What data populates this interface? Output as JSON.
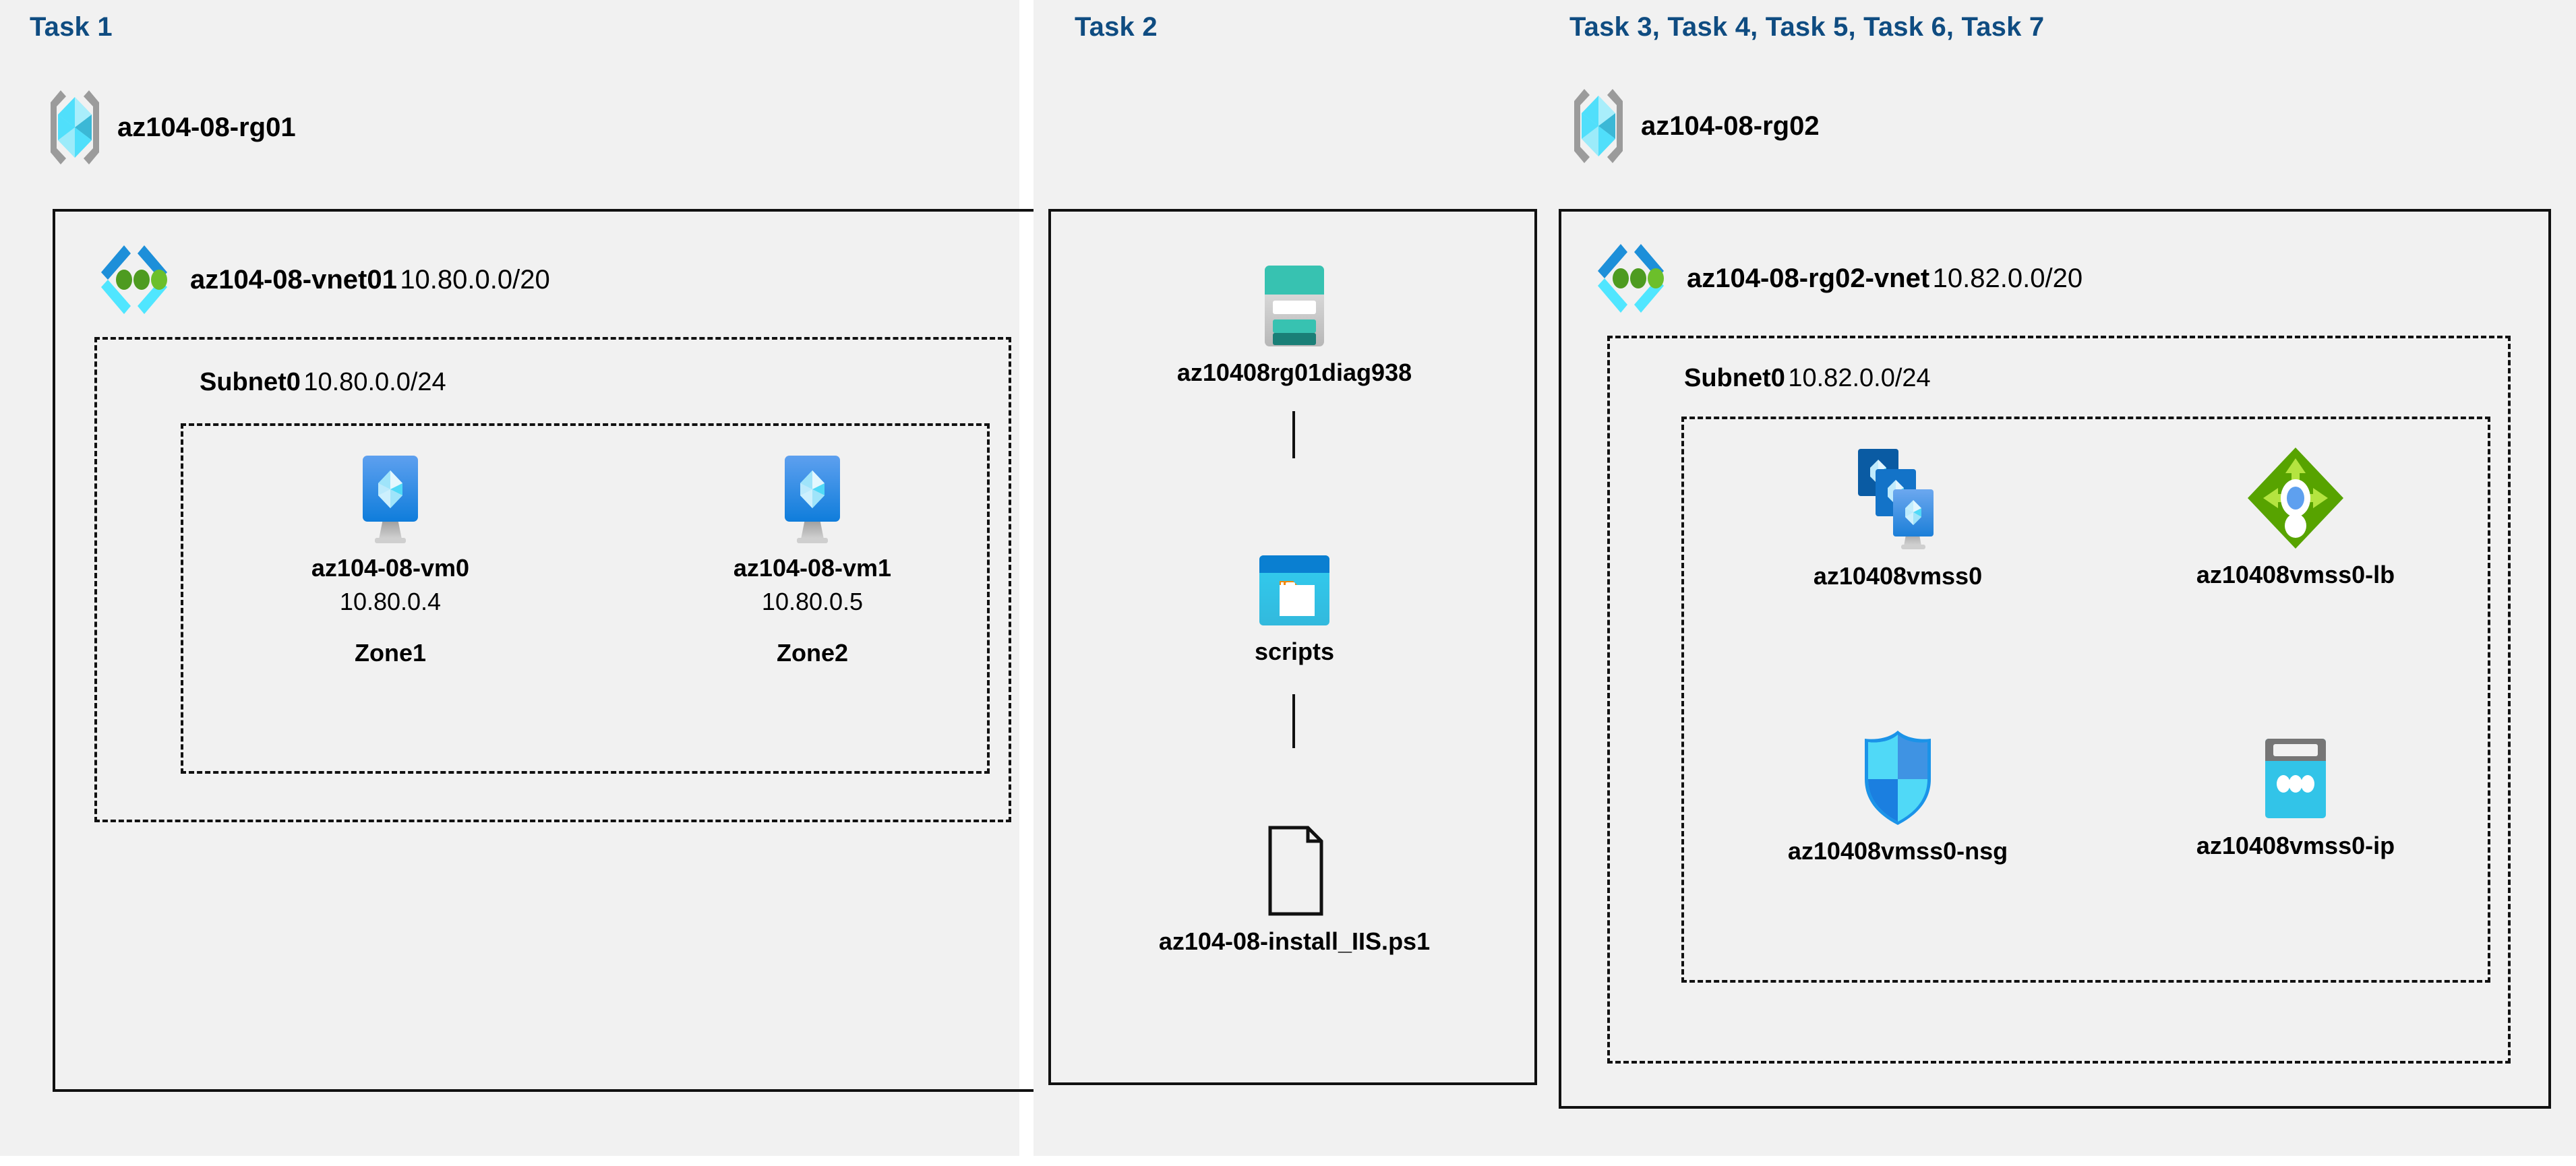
{
  "diagram": {
    "title_color": "#0f4c81",
    "panel_bg": "#f1f1f1",
    "line_color": "#111111"
  },
  "panels": [
    {
      "id": "task1",
      "title": "Task 1",
      "resource_group": {
        "name": "az104-08-rg01",
        "icon": "resource-group-icon"
      },
      "vnet": {
        "name": "az104-08-vnet01",
        "cidr": "10.80.0.0/20",
        "icon": "virtual-network-icon"
      },
      "subnet": {
        "name": "Subnet0",
        "cidr": "10.80.0.0/24"
      },
      "vms": [
        {
          "name": "az104-08-vm0",
          "ip": "10.80.0.4",
          "zone": "Zone1",
          "icon": "virtual-machine-icon"
        },
        {
          "name": "az104-08-vm1",
          "ip": "10.80.0.5",
          "zone": "Zone2",
          "icon": "virtual-machine-icon"
        }
      ]
    },
    {
      "id": "task2",
      "title": "Task 2",
      "nodes": [
        {
          "name": "az10408rg01diag938",
          "icon": "storage-account-icon"
        },
        {
          "name": "scripts",
          "icon": "blob-container-icon"
        },
        {
          "name": "az104-08-install_IIS.ps1",
          "icon": "file-icon"
        }
      ]
    },
    {
      "id": "task3",
      "title": "Task 3, Task 4, Task 5, Task 6, Task 7",
      "resource_group": {
        "name": "az104-08-rg02",
        "icon": "resource-group-icon"
      },
      "vnet": {
        "name": "az104-08-rg02-vnet",
        "cidr": "10.82.0.0/20",
        "icon": "virtual-network-icon"
      },
      "subnet": {
        "name": "Subnet0",
        "cidr": "10.82.0.0/24"
      },
      "resources": [
        {
          "name": "az10408vmss0",
          "icon": "vm-scale-set-icon"
        },
        {
          "name": "az10408vmss0-lb",
          "icon": "load-balancer-icon"
        },
        {
          "name": "az10408vmss0-nsg",
          "icon": "network-security-group-icon"
        },
        {
          "name": "az10408vmss0-ip",
          "icon": "public-ip-address-icon"
        }
      ]
    }
  ]
}
